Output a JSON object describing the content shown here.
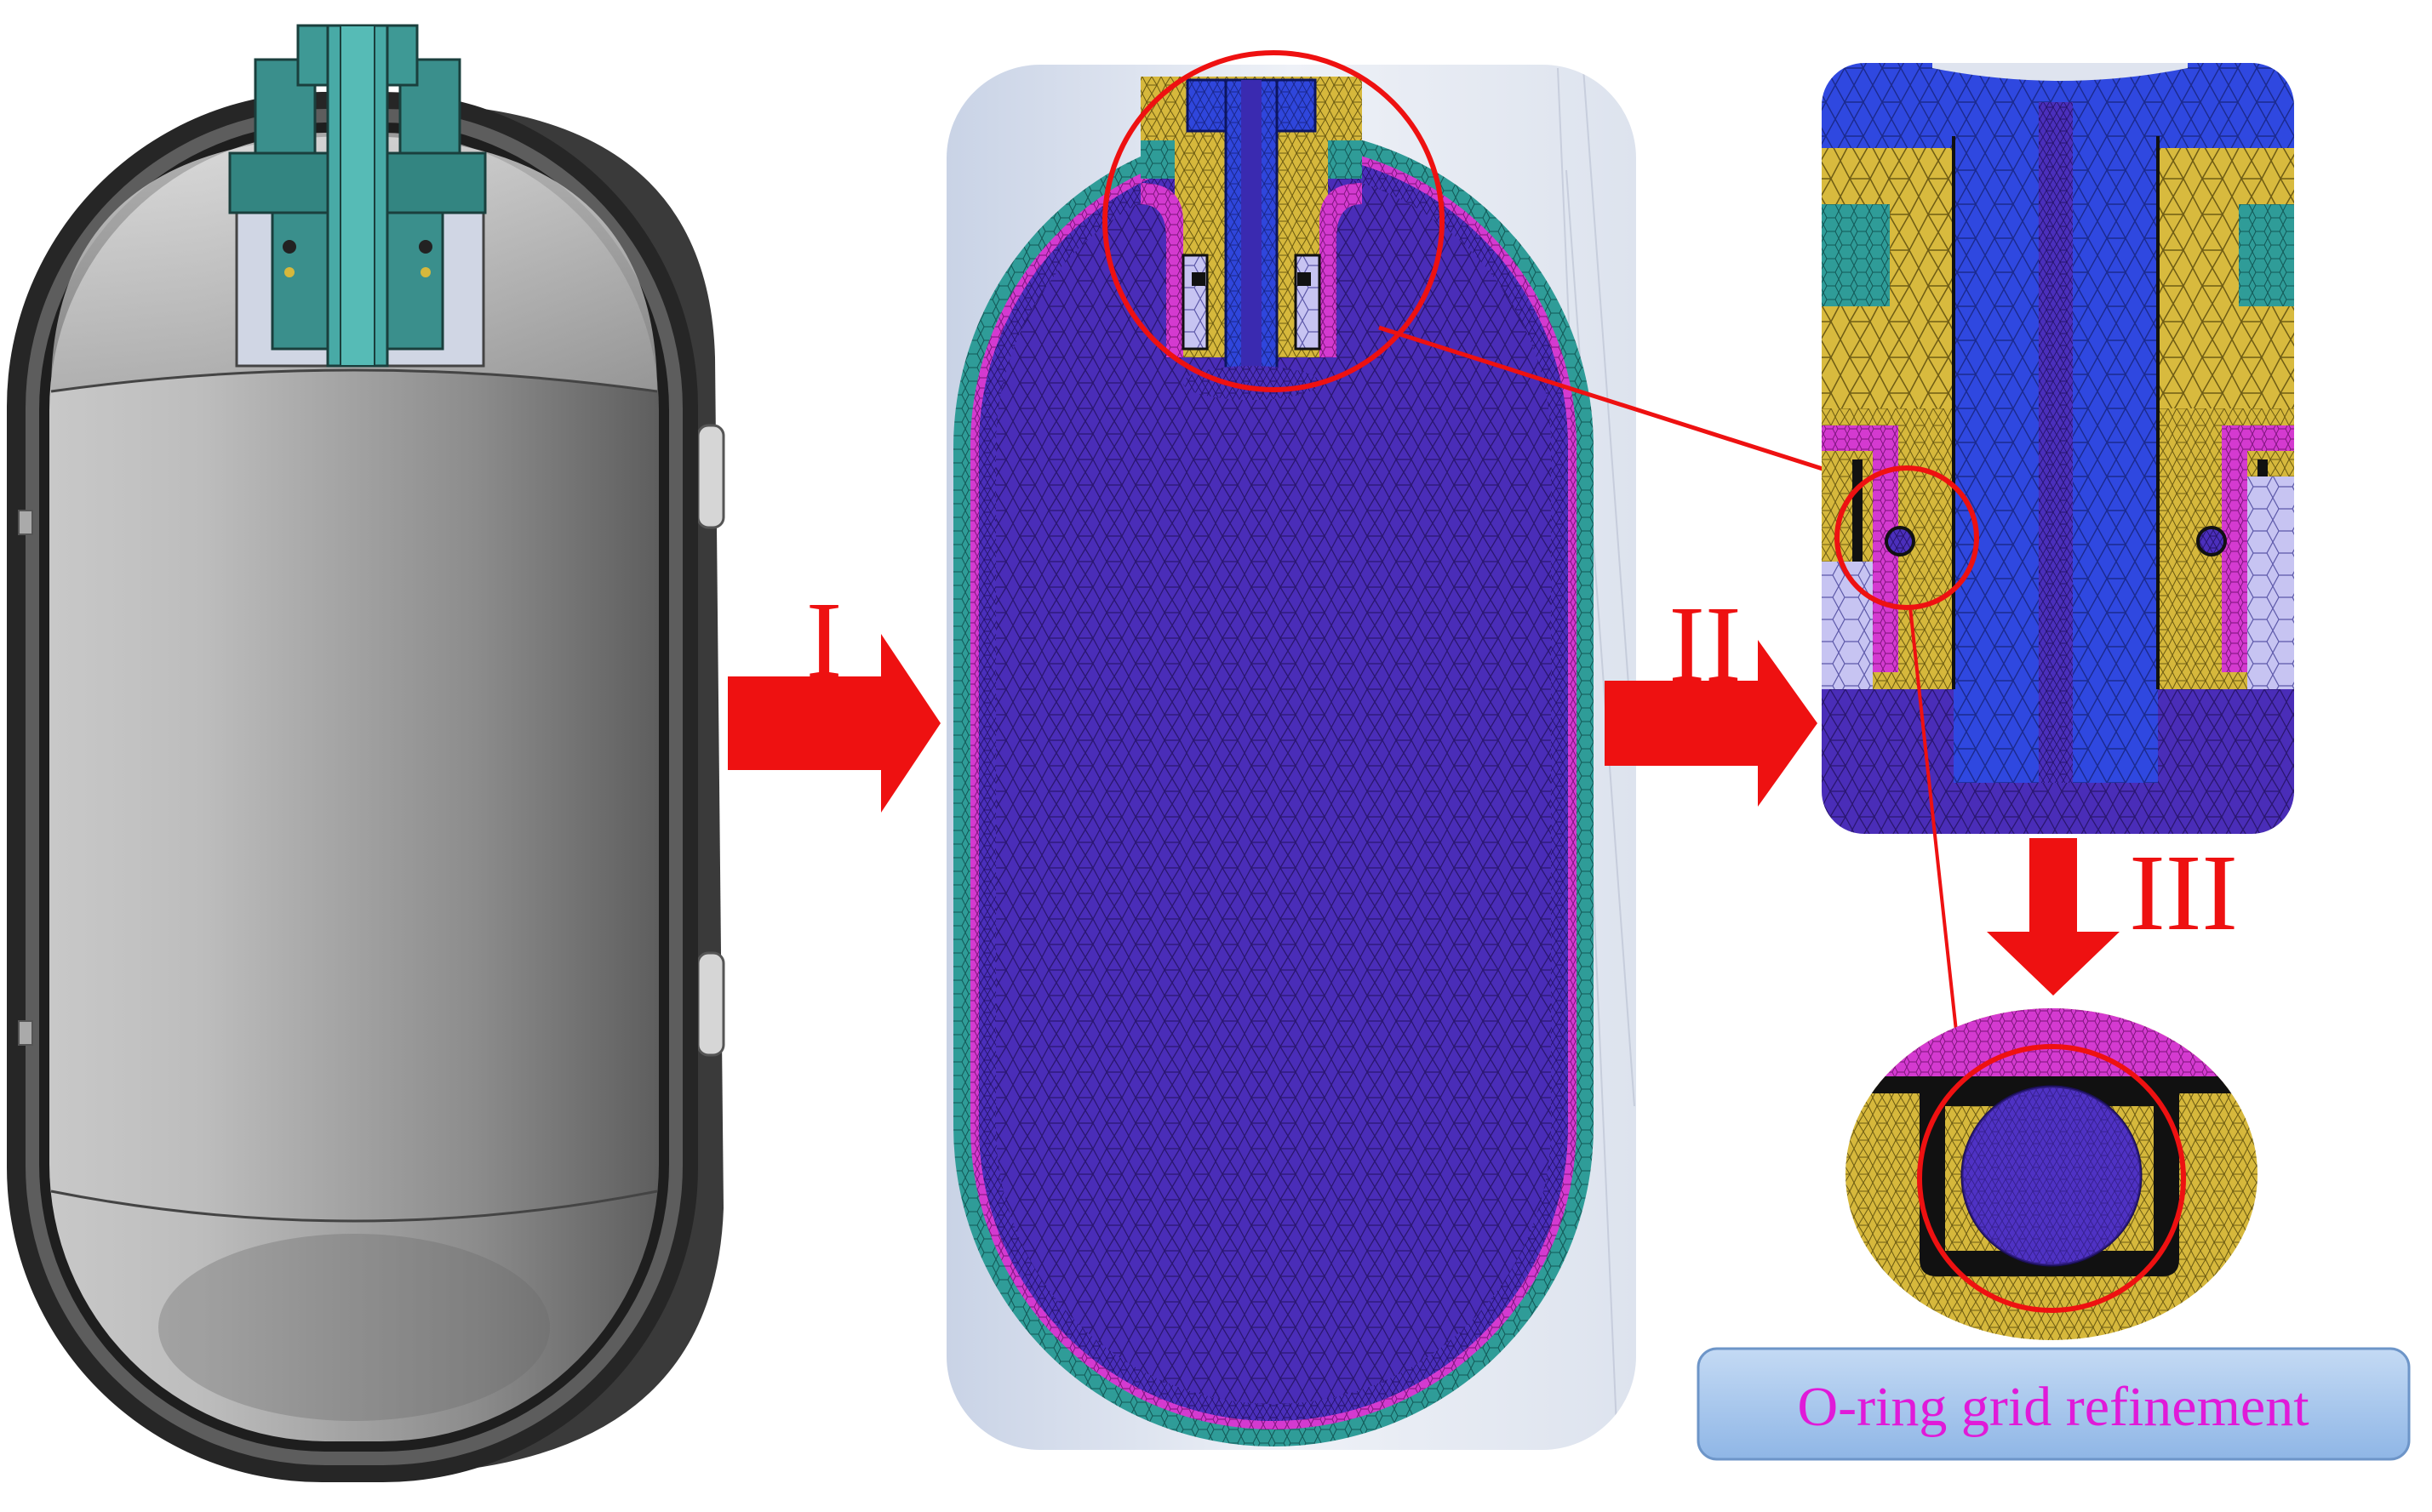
{
  "steps": {
    "step1": "I",
    "step2": "II",
    "step3": "III"
  },
  "caption": "O-ring grid refinement",
  "colors": {
    "arrow": "#ee1111",
    "fluid_mesh": "#4a2db8",
    "fitting": "#2e44d8",
    "nut": "#d4b63a",
    "liner": "#2f9e98",
    "seal": "#d43ad0",
    "caption_bg": "#a8c8ee",
    "caption_text": "#e01ad8",
    "tank_shell": "#2a2a2a",
    "tank_body": "#9a9a9a",
    "valve": "#3a8f8c"
  },
  "icons": [
    "step-arrow-right",
    "step-arrow-down",
    "zoom-circle"
  ]
}
